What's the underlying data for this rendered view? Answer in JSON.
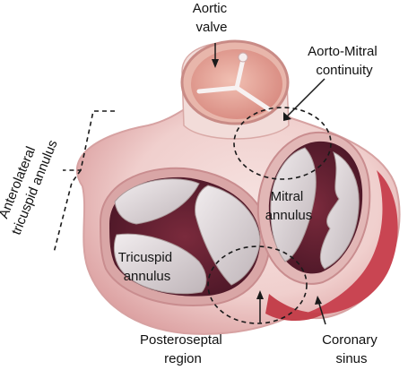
{
  "labels": {
    "aortic_valve": [
      "Aortic",
      "valve"
    ],
    "aorto_mitral": [
      "Aorto-Mitral",
      "continuity"
    ],
    "anterolateral": [
      "Anterolateral",
      "tricuspid annulus"
    ],
    "mitral": [
      "Mitral",
      "annulus"
    ],
    "tricuspid": [
      "Tricuspid",
      "annulus"
    ],
    "posteroseptal": [
      "Posteroseptal",
      "region"
    ],
    "coronary_sinus": [
      "Coronary",
      "sinus"
    ]
  },
  "colors": {
    "tissue_light": "#f3d7d5",
    "tissue_mid": "#e7b5b3",
    "tissue_dark": "#c97d80",
    "rim": "#c4414c",
    "cavity": "#5c1f2e",
    "leaflet": "#ddd6d8",
    "aortic_inner": "#e9a89a"
  }
}
